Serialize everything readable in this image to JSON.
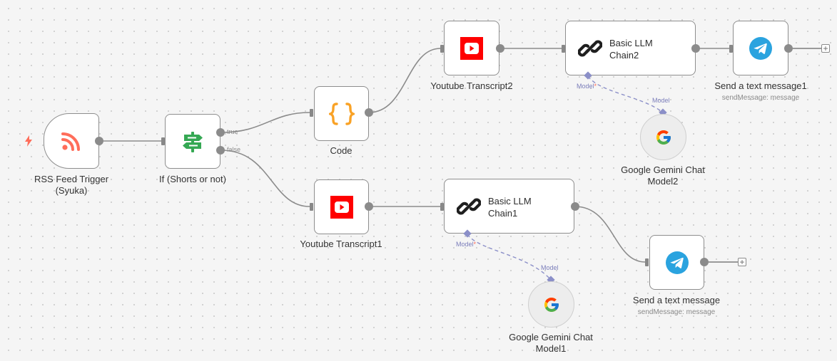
{
  "nodes": {
    "rss_trigger": {
      "label_line1": "RSS Feed Trigger",
      "label_line2": "(Syuka)"
    },
    "if_node": {
      "label": "If (Shorts or not)",
      "branch_true": "true",
      "branch_false": "false"
    },
    "code": {
      "label": "Code"
    },
    "youtube_transcript2": {
      "label": "Youtube Transcript2"
    },
    "youtube_transcript1": {
      "label": "Youtube Transcript1"
    },
    "llm_chain2": {
      "title_line1": "Basic LLM",
      "title_line2": "Chain2",
      "model_port": "Model",
      "required_mark": "*"
    },
    "llm_chain1": {
      "title_line1": "Basic LLM",
      "title_line2": "Chain1",
      "model_port": "Model",
      "required_mark": "*"
    },
    "gemini2": {
      "label_line1": "Google Gemini Chat",
      "label_line2": "Model2",
      "port_label": "Model"
    },
    "gemini1": {
      "label_line1": "Google Gemini Chat",
      "label_line2": "Model1",
      "port_label": "Model"
    },
    "telegram1": {
      "label": "Send a text message1",
      "subtitle": "sendMessage: message"
    },
    "telegram": {
      "label": "Send a text message",
      "subtitle": "sendMessage: message"
    }
  },
  "add_button_symbol": "+",
  "colors": {
    "trigger_bolt": "#ff6d5a",
    "rss": "#ff6d5a",
    "if_green": "#35a853",
    "code_orange": "#f9a226",
    "youtube_red": "#ff0000",
    "telegram_blue": "#2aa3df",
    "model_link": "#8b8fc8",
    "edge": "#8b8b8b"
  },
  "icons": {
    "rss_trigger": "rss-icon",
    "if_node": "signpost-icon",
    "code": "curly-braces-icon",
    "youtube": "youtube-icon",
    "llm_chain": "chain-link-icon",
    "gemini": "google-g-icon",
    "telegram": "telegram-icon"
  }
}
